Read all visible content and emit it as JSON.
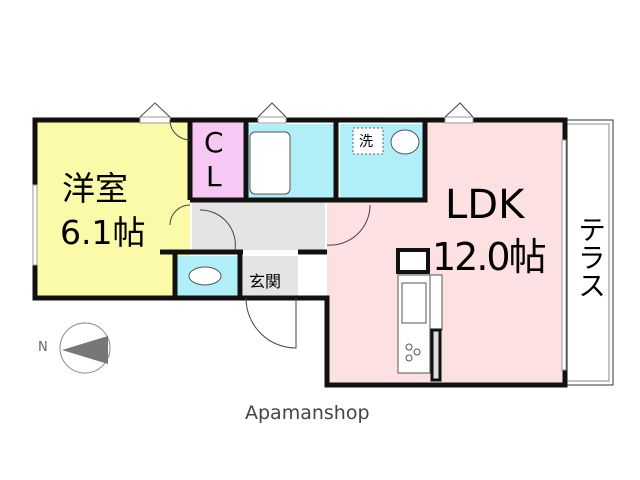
{
  "rooms": {
    "western": {
      "name": "洋室",
      "size": "6.1帖"
    },
    "closet": {
      "line1": "C",
      "line2": "L"
    },
    "ldk": {
      "name": "LDK",
      "size": "12.0帖"
    },
    "terrace": {
      "name": "テラス"
    },
    "entrance": {
      "name": "玄関"
    },
    "washer": {
      "name": "洗"
    }
  },
  "compass": {
    "north_label": "N"
  },
  "brand": {
    "name": "Apamanshop"
  },
  "colors": {
    "western": "#fafaa8",
    "closet": "#f8c8f4",
    "wet": "#b0eef8",
    "ldk": "#fde0e2",
    "hall": "#e4e4e4"
  }
}
